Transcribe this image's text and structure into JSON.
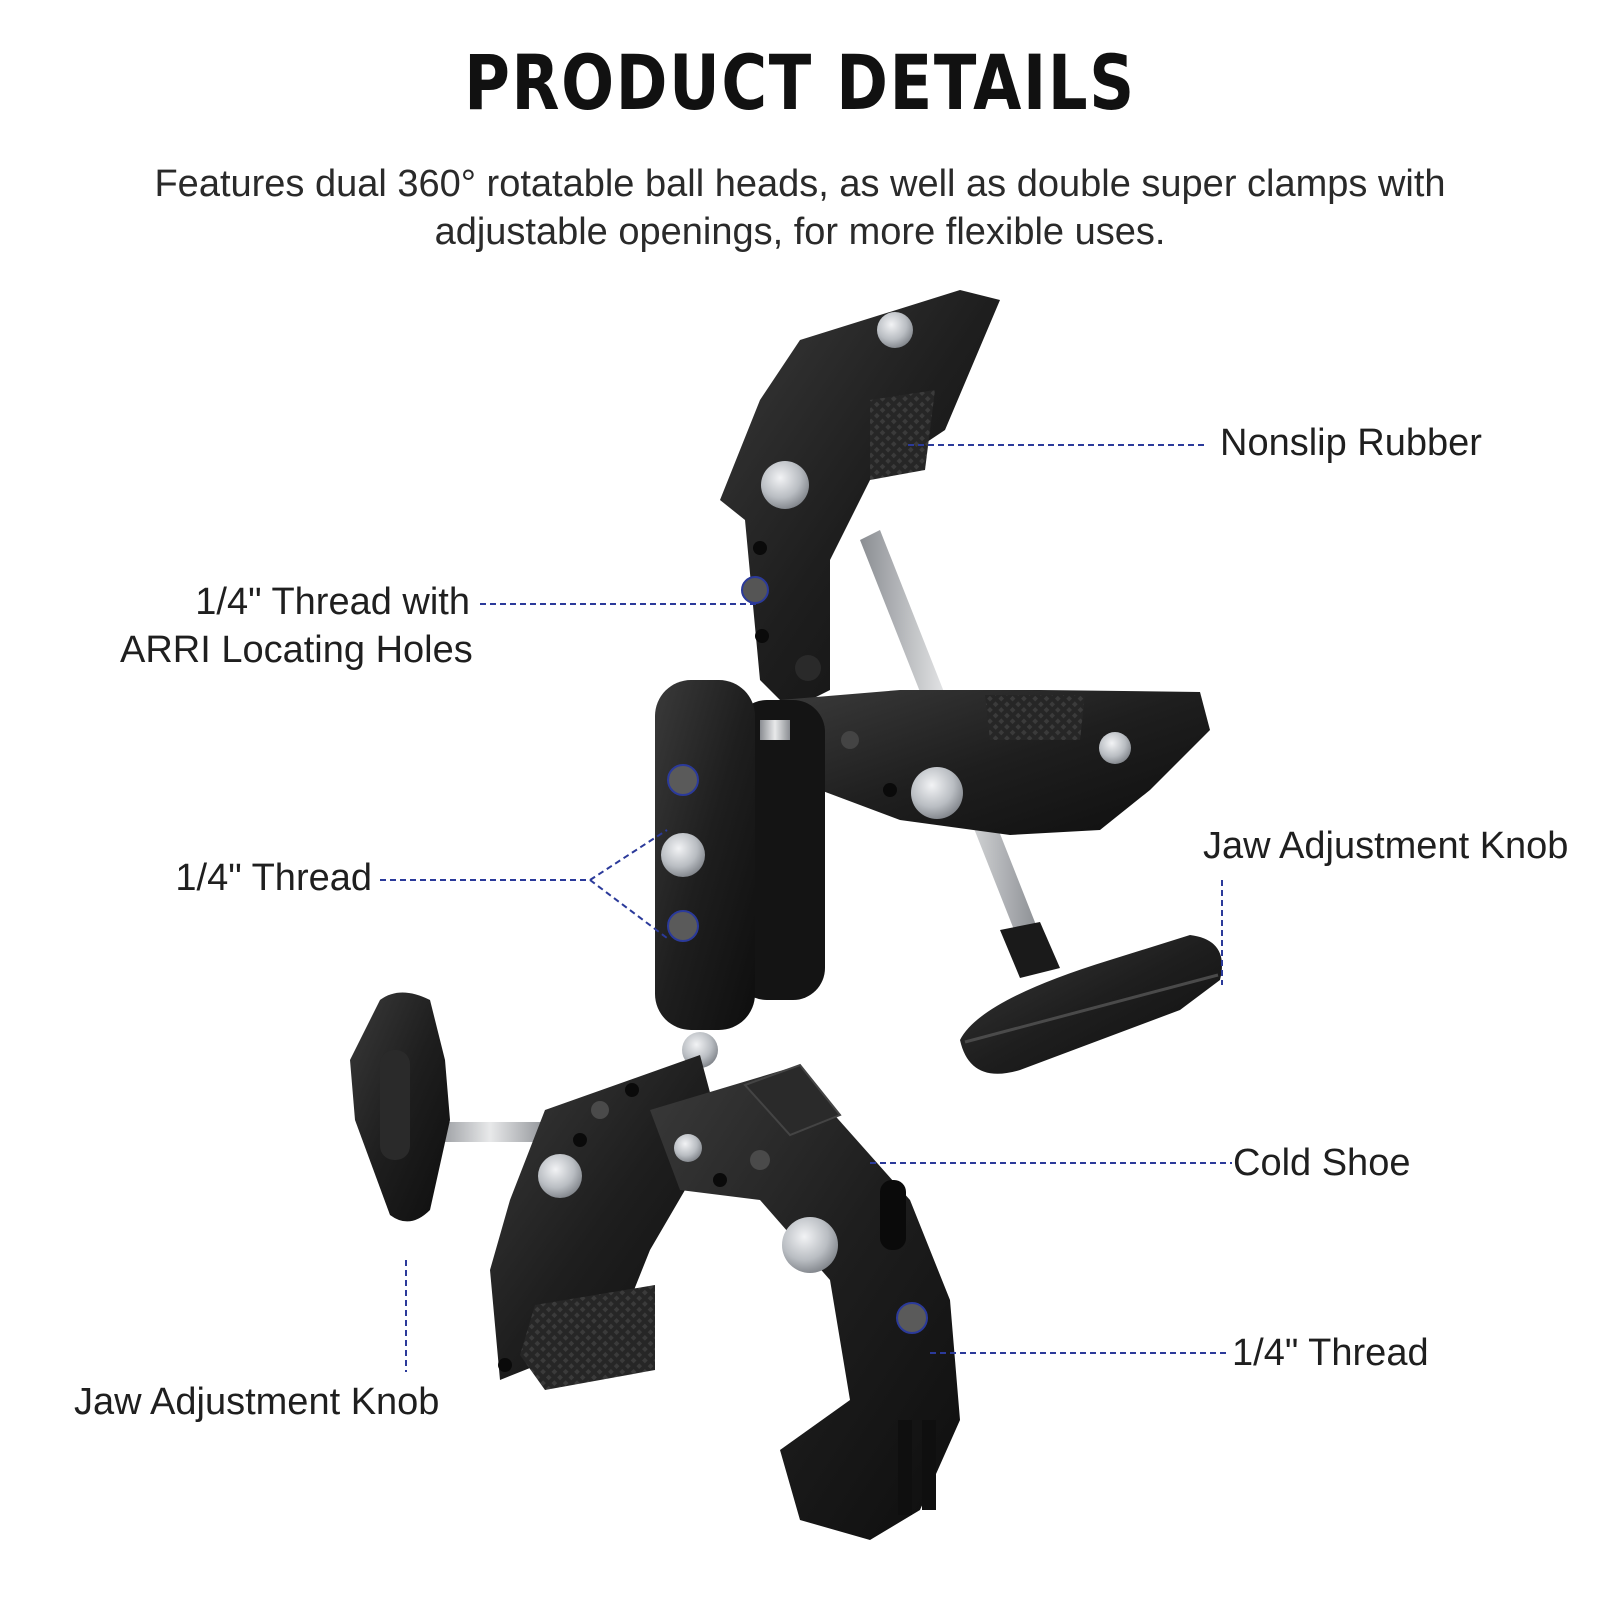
{
  "header": {
    "title": "PRODUCT DETAILS",
    "subtitle_line1": "Features dual 360° rotatable ball heads, as well as double super clamps with",
    "subtitle_line2": "adjustable openings, for more flexible uses."
  },
  "callouts": {
    "nonslip_rubber": "Nonslip Rubber",
    "arri_line1": "1/4\" Thread with",
    "arri_line2": "ARRI Locating Holes",
    "thread_left": "1/4\" Thread",
    "jaw_knob_right": "Jaw Adjustment Knob",
    "cold_shoe": "Cold Shoe",
    "jaw_knob_left": "Jaw Adjustment Knob",
    "thread_right": "1/4\" Thread"
  },
  "colors": {
    "callout_line": "#2b3a9a",
    "hardware_black": "#1c1c1c",
    "steel": "#bfc3c8"
  }
}
